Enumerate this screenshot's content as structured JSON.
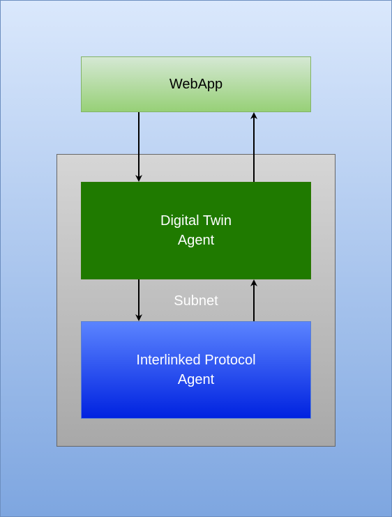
{
  "diagram": {
    "nodes": {
      "webapp": {
        "label": "WebApp"
      },
      "digital_twin_agent": {
        "label": "Digital Twin\nAgent"
      },
      "subnet": {
        "label": "Subnet"
      },
      "interlinked_protocol_agent": {
        "label": "Interlinked Protocol\nAgent"
      }
    },
    "edges": [
      {
        "from": "webapp",
        "to": "digital_twin_agent"
      },
      {
        "from": "digital_twin_agent",
        "to": "webapp"
      },
      {
        "from": "digital_twin_agent",
        "to": "interlinked_protocol_agent"
      },
      {
        "from": "interlinked_protocol_agent",
        "to": "digital_twin_agent"
      }
    ]
  },
  "colors": {
    "background_top": "#dae8fc",
    "background_bottom": "#7ea6e0",
    "webapp_fill_top": "#d5e8d4",
    "webapp_fill_bottom": "#97d077",
    "subnet_fill": "#c0c0c0",
    "digital_twin_fill": "#1f7a00",
    "interlinked_fill_top": "#5b84ff",
    "interlinked_fill_bottom": "#0022e0",
    "arrow": "#000000"
  }
}
